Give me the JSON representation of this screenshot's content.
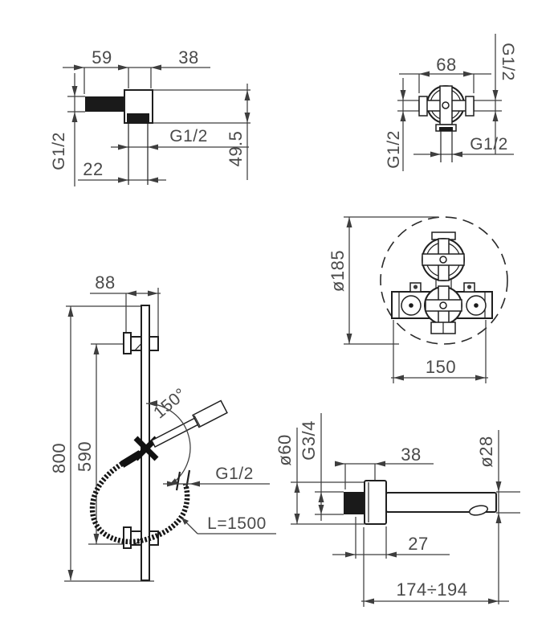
{
  "colors": {
    "line": "#1f1f1f",
    "dim_line": "#3e3e3e",
    "text": "#4a4a4a",
    "background": "#ffffff"
  },
  "wall_elbow": {
    "pipe_length": "59",
    "body_width": "38",
    "inlet_thread": "G1/2",
    "outlet_thread": "G1/2",
    "outlet_width": "22",
    "height": "49.5"
  },
  "valve": {
    "width": "68",
    "left_port_thread": "G1/2",
    "right_port_thread": "G1/2",
    "bottom_port_thread": "G1/2"
  },
  "mixer_detail": {
    "diameter": "ø185",
    "port_spacing": "150"
  },
  "slide_rail": {
    "wall_offset": "88",
    "rail_length": "800",
    "bracket_spacing": "590",
    "swivel_angle": "150°",
    "hose_thread": "G1/2",
    "hose_length": "L=1500"
  },
  "spout": {
    "flange_diameter": "ø60",
    "thread": "G3/4",
    "stub_length": "38",
    "tube_diameter": "ø28",
    "flange_depth": "27",
    "reach": "174÷194"
  }
}
